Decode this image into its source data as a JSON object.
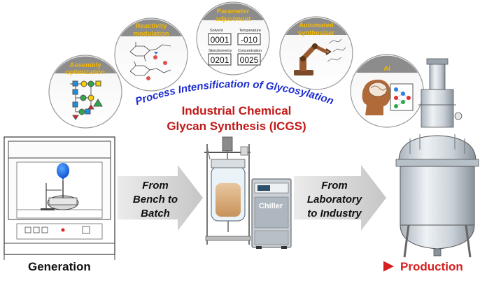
{
  "bubbles": [
    {
      "label_lines": [
        "Assembly",
        "optimization"
      ],
      "icon": "glycan-tree-icon"
    },
    {
      "label_lines": [
        "Reactivity",
        "modulation"
      ],
      "icon": "glycosyl-donor-structures-icon"
    },
    {
      "label_lines": [
        "Parameter",
        "adjustment"
      ],
      "icon": "parameter-panel-icon",
      "panel": [
        {
          "caption": "Solvent",
          "value": "0001"
        },
        {
          "caption": "Temperature",
          "value": "-010"
        },
        {
          "caption": "Stoichiometry",
          "value": "0201"
        },
        {
          "caption": "Concentration",
          "value": "0025"
        }
      ]
    },
    {
      "label_lines": [
        "Automated",
        "synthesizer"
      ],
      "icon": "robot-arm-icon"
    },
    {
      "label_lines": [
        "AI"
      ],
      "icon": "brain-network-icon"
    }
  ],
  "arc_title": "Process Intensification of Glycosylation",
  "center_title_lines": [
    "Industrial Chemical",
    "Glycan Synthesis (ICGS)"
  ],
  "arrow_labels": [
    {
      "lines": [
        "From",
        "Bench to",
        "Batch"
      ]
    },
    {
      "lines": [
        "From",
        "Laboratory",
        "to Industry"
      ]
    }
  ],
  "chiller_label": "Chiller",
  "bottom": {
    "left": "Generation",
    "right": "Production"
  },
  "colors": {
    "bubble_label": "#f5b800",
    "arc_title": "#1f2fd0",
    "center_title": "#c01818",
    "production": "#d62020",
    "arrow_fill": "#d4d4d4"
  }
}
